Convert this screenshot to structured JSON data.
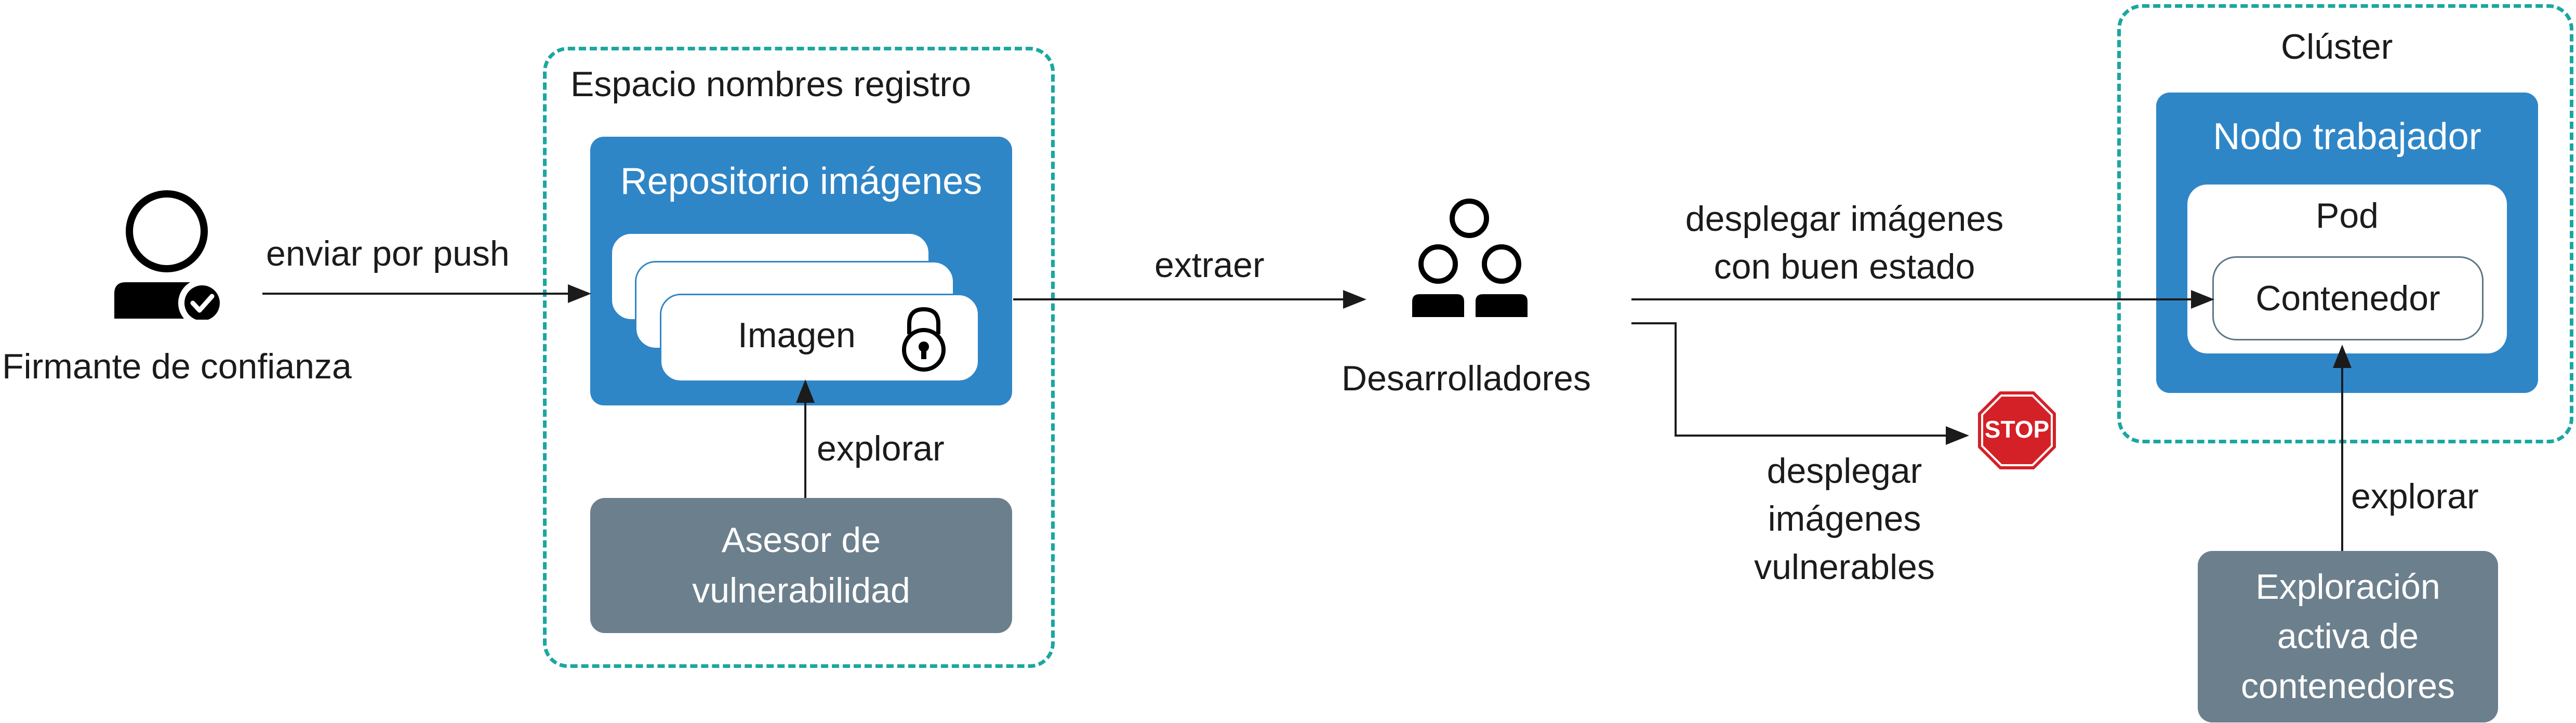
{
  "signer": {
    "label": "Firmante de confianza",
    "push_label": "enviar por push"
  },
  "registry": {
    "namespace_label": "Espacio nombres registro",
    "repository_label": "Repositorio imágenes",
    "image_label": "Imagen",
    "scan_label": "explorar",
    "assessor_line1": "Asesor de",
    "assessor_line2": "vulnerabilidad"
  },
  "developers": {
    "pull_label": "extraer",
    "label": "Desarrolladores"
  },
  "deploy": {
    "healthy_line1": "desplegar imágenes",
    "healthy_line2": "con buen estado",
    "vulnerable_line1": "desplegar",
    "vulnerable_line2": "imágenes",
    "vulnerable_line3": "vulnerables",
    "stop_sign_text": "STOP"
  },
  "cluster": {
    "label": "Clúster",
    "worker_node_label": "Nodo trabajador",
    "pod_label": "Pod",
    "container_label": "Contenedor",
    "scan_label": "explorar",
    "active_scan_line1": "Exploración",
    "active_scan_line2": "activa de",
    "active_scan_line3": "contenedores"
  },
  "colors": {
    "dashed_border": "#1aa7a1",
    "blue_box": "#2f86c7",
    "gray_box": "#6c7f8d",
    "stop_sign": "#d42027"
  },
  "icons": [
    "verified-user-icon",
    "lock-icon",
    "developers-group-icon",
    "stop-sign-icon"
  ]
}
